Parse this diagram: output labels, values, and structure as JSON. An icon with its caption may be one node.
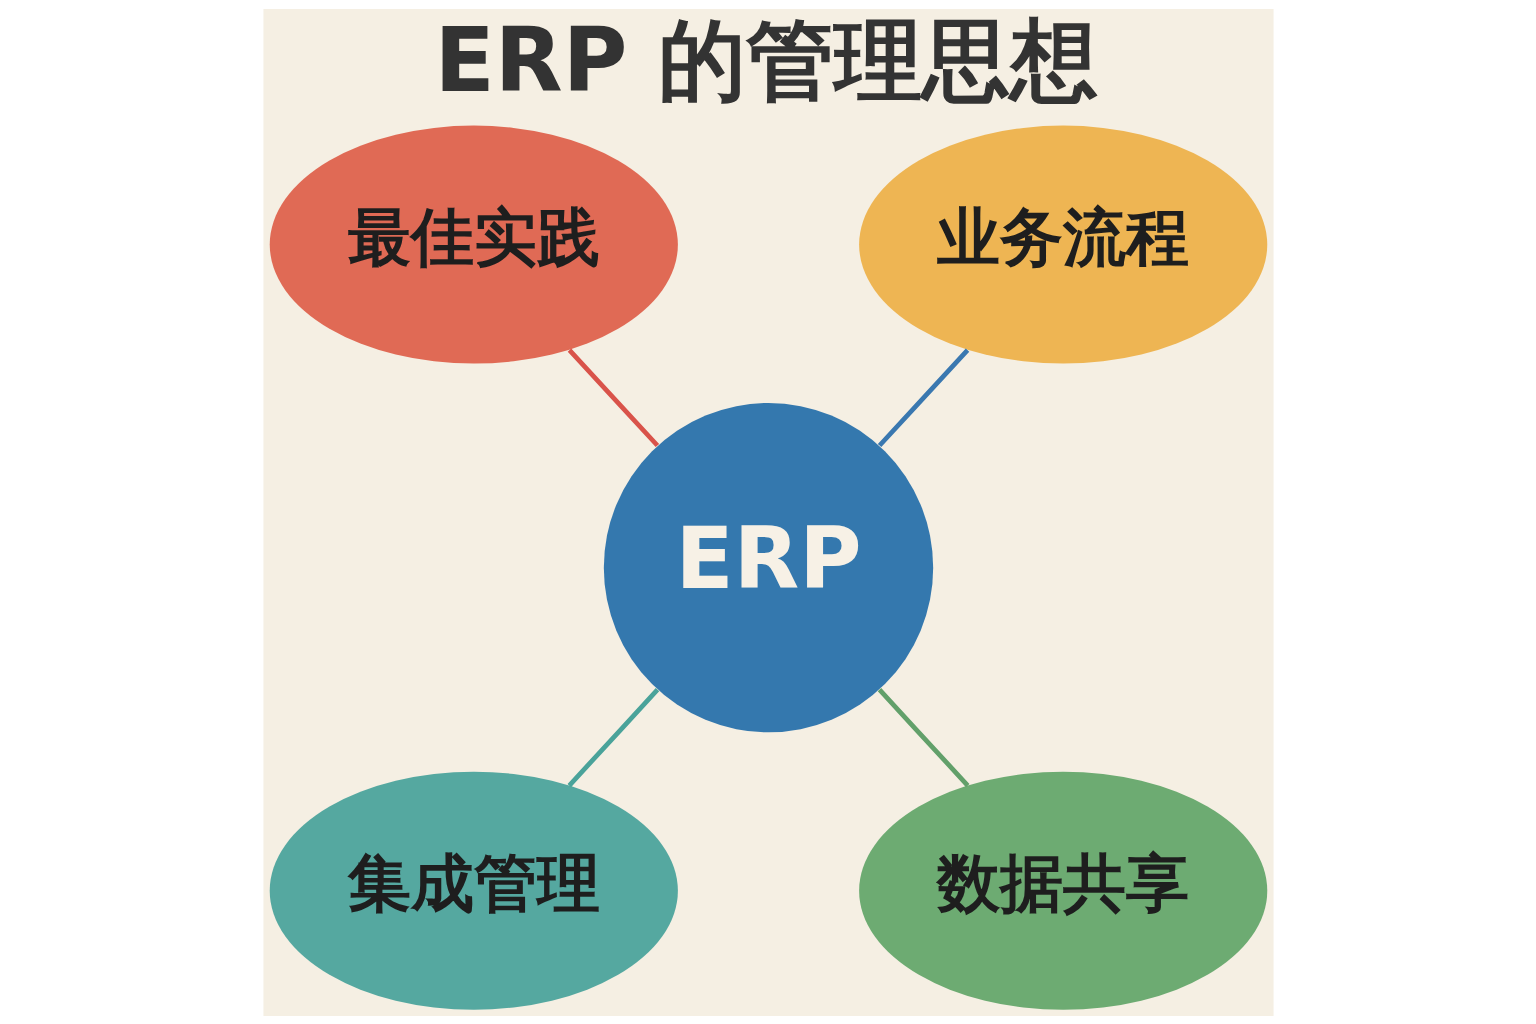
{
  "diagram": {
    "title": "ERP 的管理思想",
    "nodes": [
      {
        "text": [
          "最佳实践"
        ]
      },
      {
        "text": [
          "业务流程"
        ]
      },
      {
        "text": [
          "ERP"
        ]
      },
      {
        "text": [
          "集成管理"
        ]
      },
      {
        "text": [
          "数据共享"
        ]
      }
    ],
    "edges": [
      {
        "from": 0,
        "to": 2,
        "arrow": "none",
        "color": "#d9534a"
      },
      {
        "from": 1,
        "to": 2,
        "arrow": "none",
        "color": "#3a78b0"
      },
      {
        "from": 2,
        "to": 3,
        "arrow": "none",
        "color": "#4aa39a"
      },
      {
        "from": 2,
        "to": 4,
        "arrow": "none",
        "color": "#62a06a"
      }
    ]
  }
}
